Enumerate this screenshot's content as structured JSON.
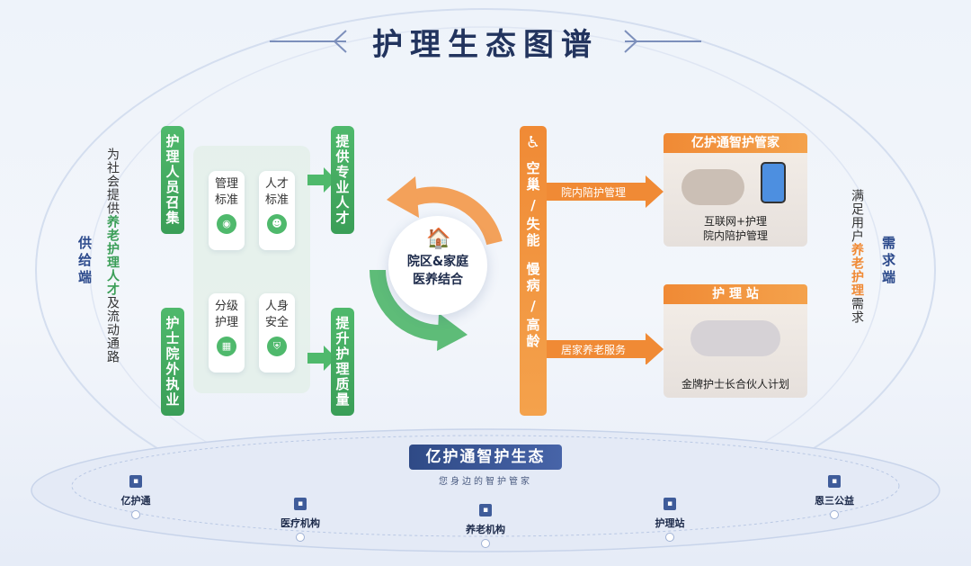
{
  "title": "护理生态图谱",
  "left": {
    "side_label": "供给端",
    "side_desc_pre": "为社会提供",
    "side_desc_highlight": "养老护理人才",
    "side_desc_post": "及流动通路",
    "pill_top": "护理人员召集",
    "pill_bottom": "护士院外执业",
    "cards": [
      "管理标准",
      "人才标准",
      "分级护理",
      "人身安全"
    ],
    "out_top": "提供专业人才",
    "out_bottom": "提升护理质量"
  },
  "center": {
    "line1": "院区&家庭",
    "line2": "医养结合"
  },
  "orange_bar": {
    "part1": "空巢",
    "sep1": "/",
    "part2": "失能",
    "part3": "慢病",
    "sep2": "/",
    "part4": "高龄"
  },
  "right": {
    "arrow_top": "院内陪护管理",
    "arrow_bottom": "居家养老服务",
    "box_top_title": "亿护通智护管家",
    "box_top_caption1": "互联网+护理",
    "box_top_caption2": "院内陪护管理",
    "box_bottom_title": "护 理 站",
    "box_bottom_caption": "金牌护士长合伙人计划",
    "side_label": "需求端",
    "side_desc_pre": "满足用户",
    "side_desc_highlight": "养老护理",
    "side_desc_post": "需求"
  },
  "bottom": {
    "title": "亿护通智护生态",
    "subtitle": "您身边的智护管家",
    "nodes": [
      "亿护通",
      "医疗机构",
      "养老机构",
      "护理站",
      "恩三公益"
    ]
  },
  "colors": {
    "green": "#4fb96c",
    "orange": "#f08a35",
    "navy": "#22345e"
  }
}
